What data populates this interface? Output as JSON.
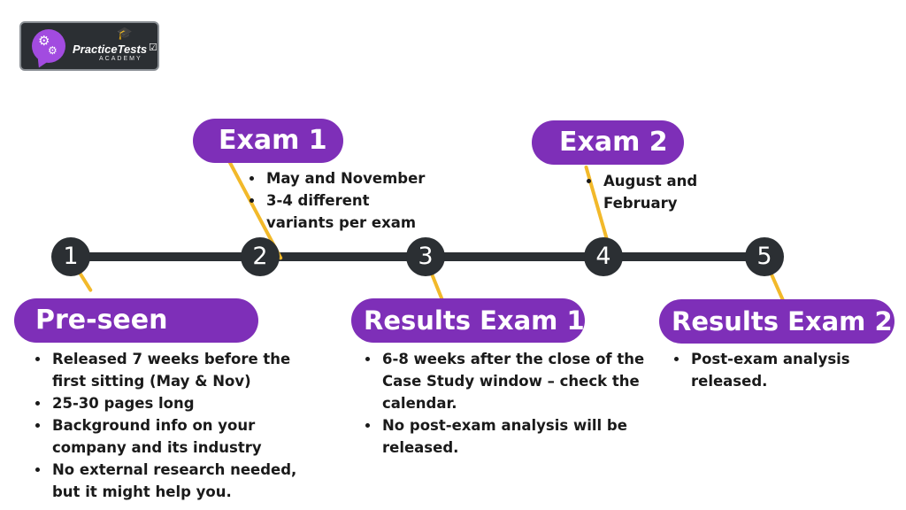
{
  "logo": {
    "name": "PracticeTests",
    "subtitle": "ACADEMY"
  },
  "colors": {
    "purple": "#7e2fb8",
    "line": "#2b2f33",
    "connector": "#f2b92a"
  },
  "nodes": [
    {
      "number": "1"
    },
    {
      "number": "2"
    },
    {
      "number": "3"
    },
    {
      "number": "4"
    },
    {
      "number": "5"
    }
  ],
  "stages": [
    {
      "title": "Pre-seen",
      "bullets": [
        "Released 7 weeks before the first sitting (May & Nov)",
        "25-30 pages long",
        "Background info on your company and its industry",
        "No external research needed, but it might help you."
      ]
    },
    {
      "title": "Exam 1",
      "bullets": [
        "May and November",
        "3-4 different variants per exam"
      ]
    },
    {
      "title": "Results Exam 1",
      "bullets": [
        "6-8 weeks after the close of the Case Study window – check the calendar.",
        "No post-exam analysis will be released."
      ]
    },
    {
      "title": "Exam 2",
      "bullets": [
        "August and February"
      ]
    },
    {
      "title": "Results Exam 2",
      "bullets": [
        "Post-exam analysis released."
      ]
    }
  ]
}
